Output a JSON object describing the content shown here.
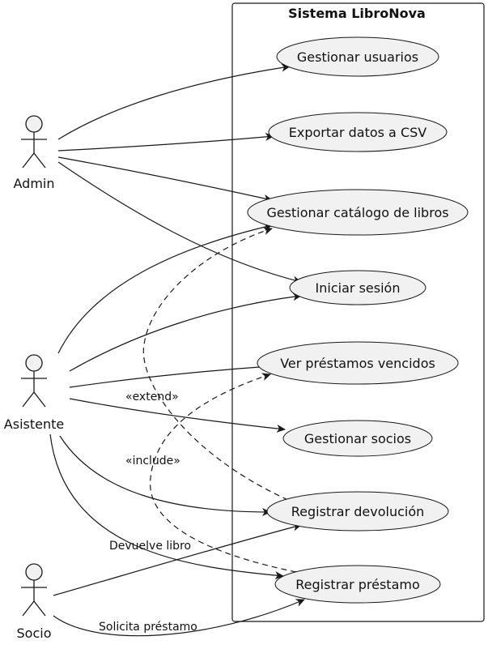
{
  "system": {
    "title": "Sistema LibroNova"
  },
  "actors": [
    {
      "id": "admin",
      "label": "Admin"
    },
    {
      "id": "asistente",
      "label": "Asistente"
    },
    {
      "id": "socio",
      "label": "Socio"
    }
  ],
  "use_cases": [
    {
      "id": "usuarios",
      "label": "Gestionar usuarios"
    },
    {
      "id": "csv",
      "label": "Exportar datos a CSV"
    },
    {
      "id": "catalogo",
      "label": "Gestionar catálogo de libros"
    },
    {
      "id": "sesion",
      "label": "Iniciar sesión"
    },
    {
      "id": "vencidos",
      "label": "Ver préstamos vencidos"
    },
    {
      "id": "socios",
      "label": "Gestionar socios"
    },
    {
      "id": "devolucion",
      "label": "Registrar devolución"
    },
    {
      "id": "prestamo",
      "label": "Registrar préstamo"
    }
  ],
  "relations": [
    {
      "from": "admin",
      "to": "usuarios",
      "label": ""
    },
    {
      "from": "admin",
      "to": "csv",
      "label": ""
    },
    {
      "from": "admin",
      "to": "catalogo",
      "label": ""
    },
    {
      "from": "admin",
      "to": "sesion",
      "label": ""
    },
    {
      "from": "asistente",
      "to": "catalogo",
      "label": ""
    },
    {
      "from": "asistente",
      "to": "sesion",
      "label": ""
    },
    {
      "from": "asistente",
      "to": "vencidos",
      "label": ""
    },
    {
      "from": "asistente",
      "to": "socios",
      "label": ""
    },
    {
      "from": "asistente",
      "to": "devolucion",
      "label": ""
    },
    {
      "from": "asistente",
      "to": "prestamo",
      "label": ""
    },
    {
      "from": "socio",
      "to": "devolucion",
      "label": "Devuelve libro"
    },
    {
      "from": "socio",
      "to": "prestamo",
      "label": "Solicita préstamo"
    },
    {
      "from": "devolucion",
      "to": "catalogo",
      "label": "«extend»",
      "style": "dashed"
    },
    {
      "from": "prestamo",
      "to": "vencidos",
      "label": "«include»",
      "style": "dashed"
    }
  ]
}
